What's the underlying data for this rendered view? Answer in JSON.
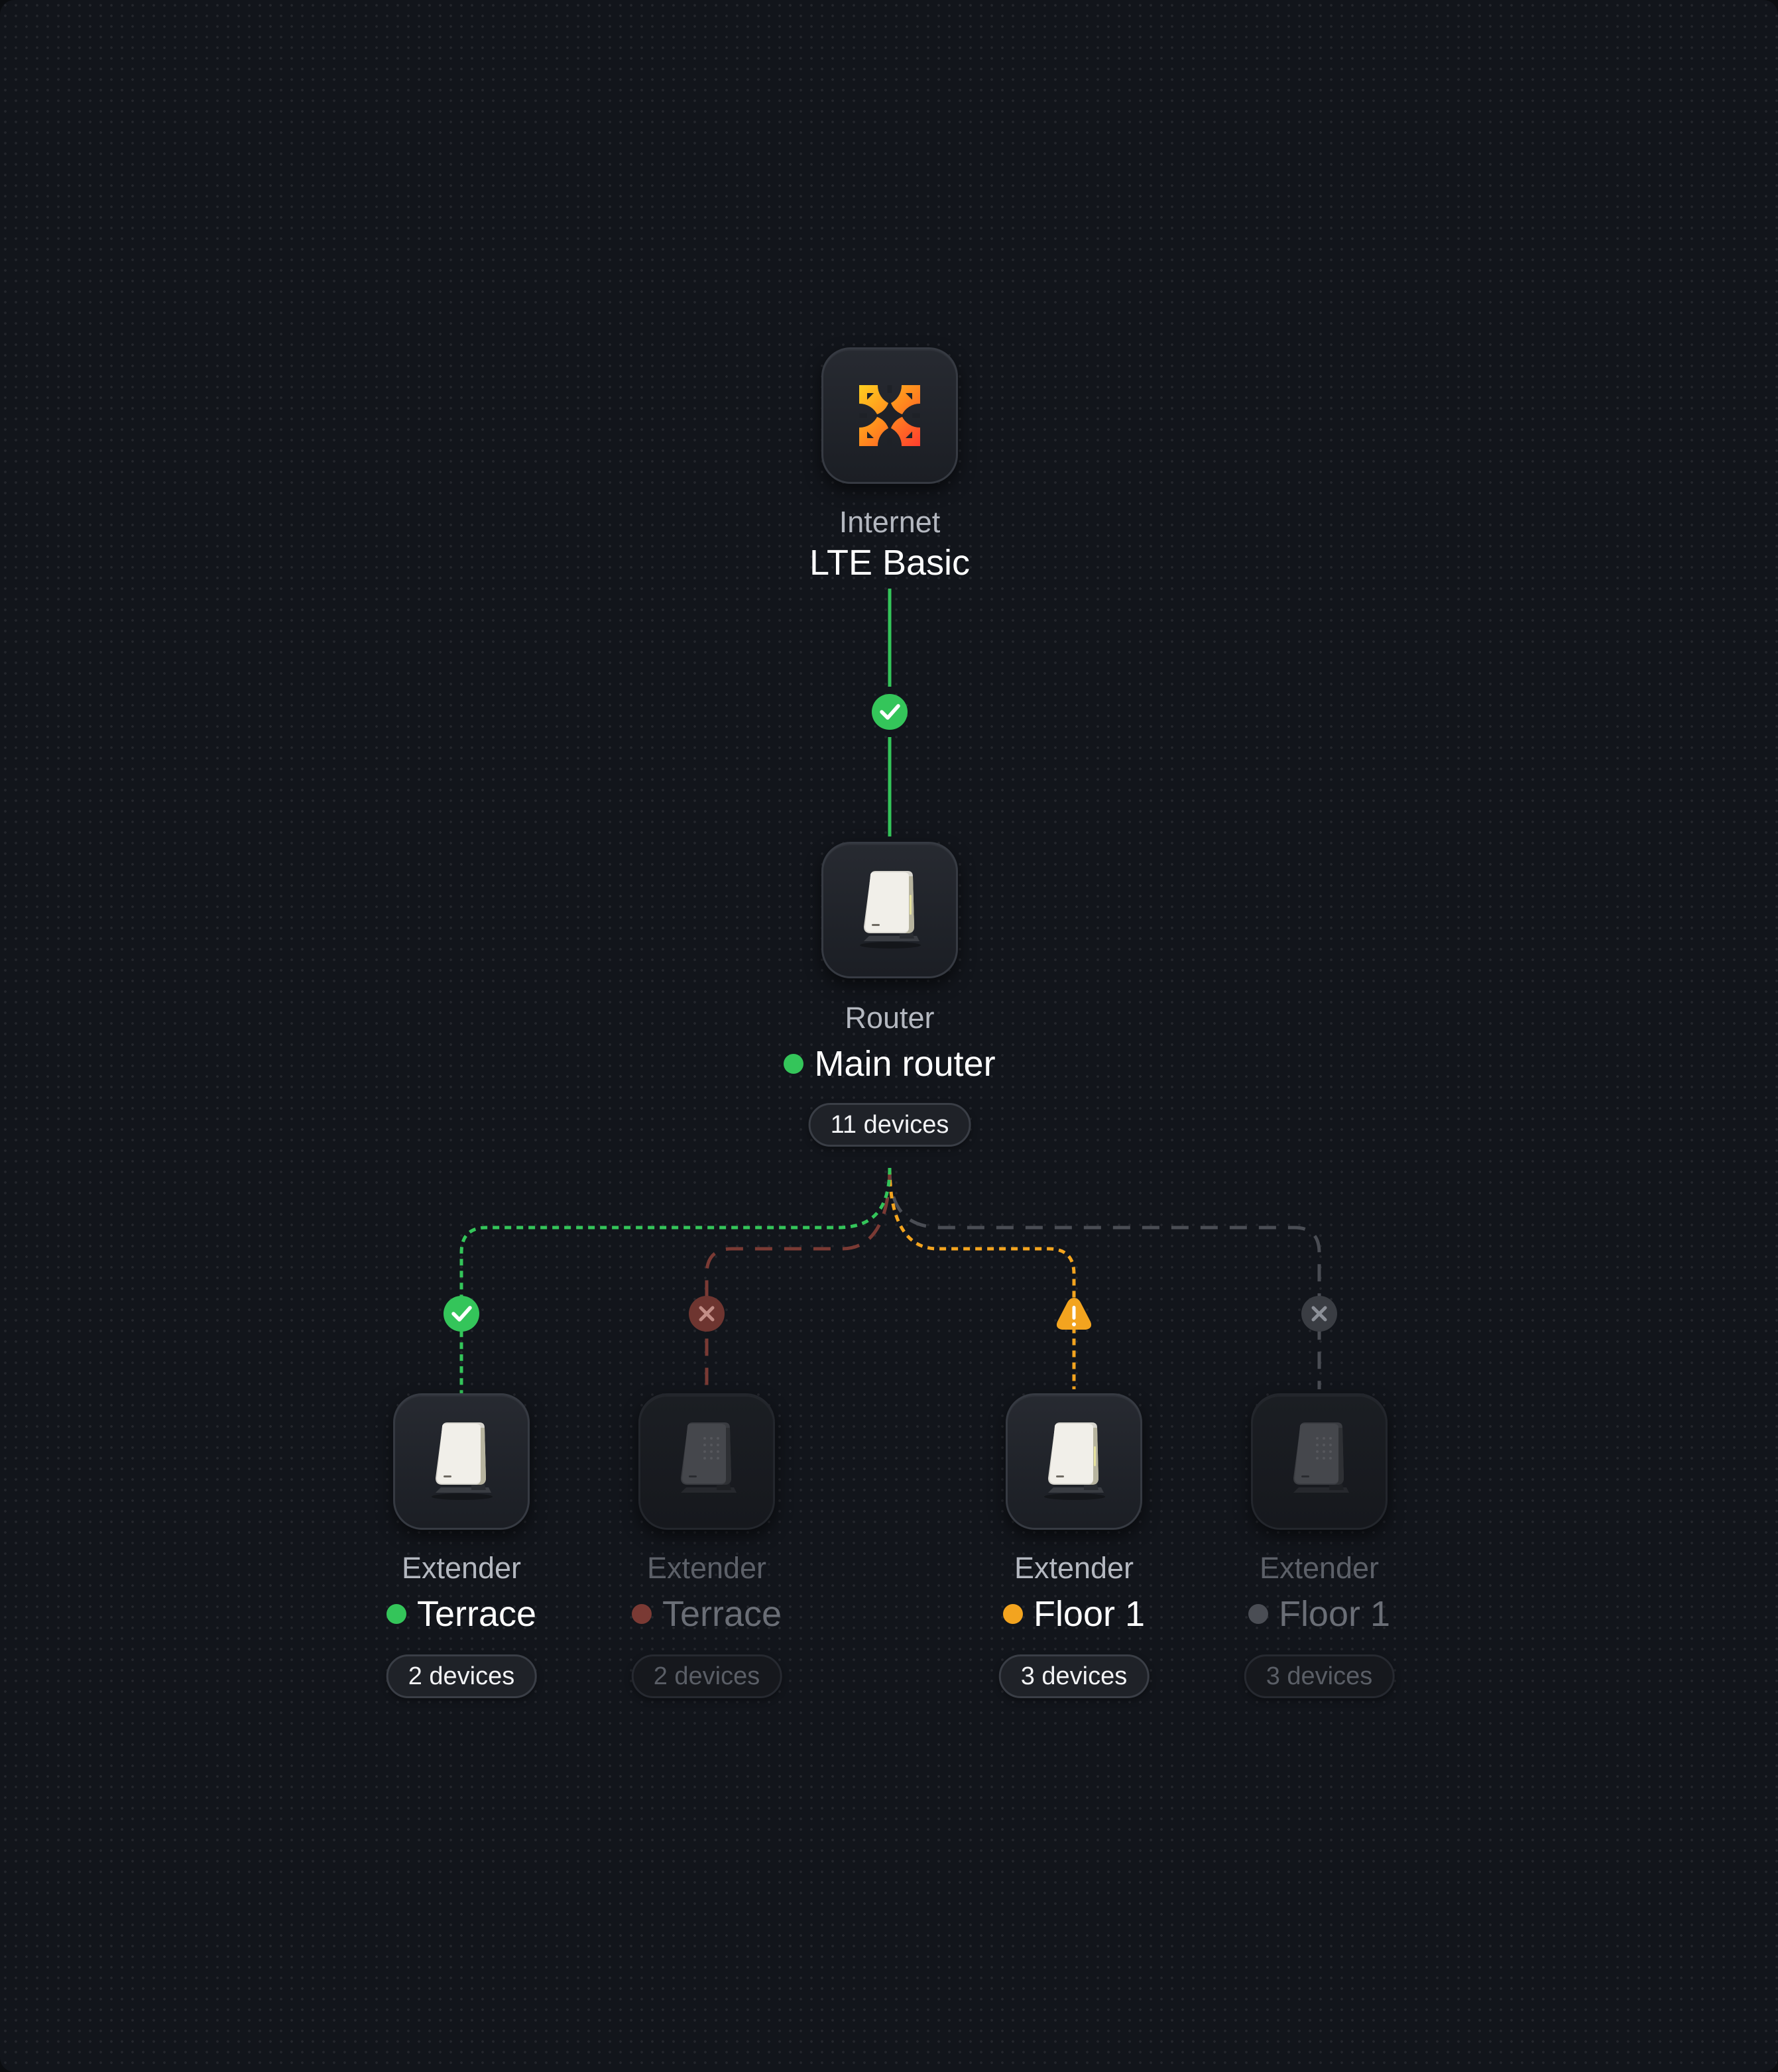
{
  "colors": {
    "online": "#34c55a",
    "warning": "#f3a41f",
    "error": "#7a3a34",
    "offline": "#4a4d54"
  },
  "internet": {
    "kind": "Internet",
    "name": "LTE Basic",
    "icon": "provider-logo-icon"
  },
  "router": {
    "kind": "Router",
    "name": "Main router",
    "status": "online",
    "devices": "11 devices",
    "icon": "router-device-icon"
  },
  "uplink": {
    "status": "online"
  },
  "extenders": [
    {
      "kind": "Extender",
      "name": "Terrace",
      "status": "online",
      "devices": "2 devices",
      "link": "connected"
    },
    {
      "kind": "Extender",
      "name": "Terrace",
      "status": "error",
      "devices": "2 devices",
      "link": "failed"
    },
    {
      "kind": "Extender",
      "name": "Floor 1",
      "status": "warning",
      "devices": "3 devices",
      "link": "warning"
    },
    {
      "kind": "Extender",
      "name": "Floor 1",
      "status": "offline",
      "devices": "3 devices",
      "link": "disconnected"
    }
  ]
}
